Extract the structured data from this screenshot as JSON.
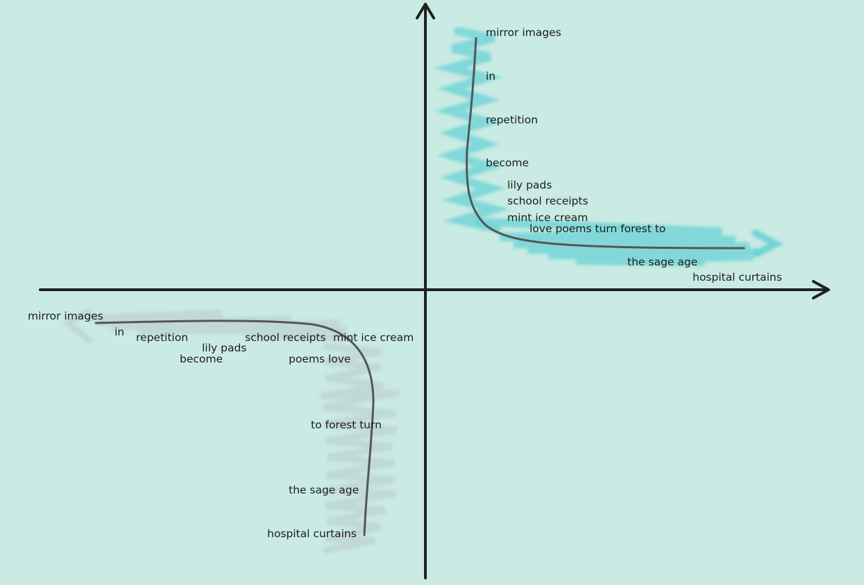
{
  "colors": {
    "background": "#c9ebe3",
    "axis": "#202020",
    "curve": "#555555",
    "upper_wash": "#69d2d6",
    "lower_wash": "#bfd4d1"
  },
  "upper_curve": {
    "labels": {
      "mirror_images": "mirror images",
      "in": "in",
      "repetition": "repetition",
      "become": "become",
      "lily_pads": "lily pads",
      "school_receipts": "school receipts",
      "mint_ice_cream": "mint ice cream",
      "love_poems_turn_forest_to": "love poems turn forest to",
      "the_sage_age": "the sage age",
      "hospital_curtains": "hospital curtains"
    }
  },
  "lower_curve": {
    "labels": {
      "mirror_images": "mirror images",
      "in": "in",
      "repetition": "repetition",
      "lily_pads": "lily pads",
      "become": "become",
      "school_receipts": "school receipts",
      "mint_ice_cream": "mint ice cream",
      "poems_love": "poems love",
      "to_forest_turn": "to forest turn",
      "the_sage_age": "the sage age",
      "hospital_curtains": "hospital curtains"
    }
  }
}
